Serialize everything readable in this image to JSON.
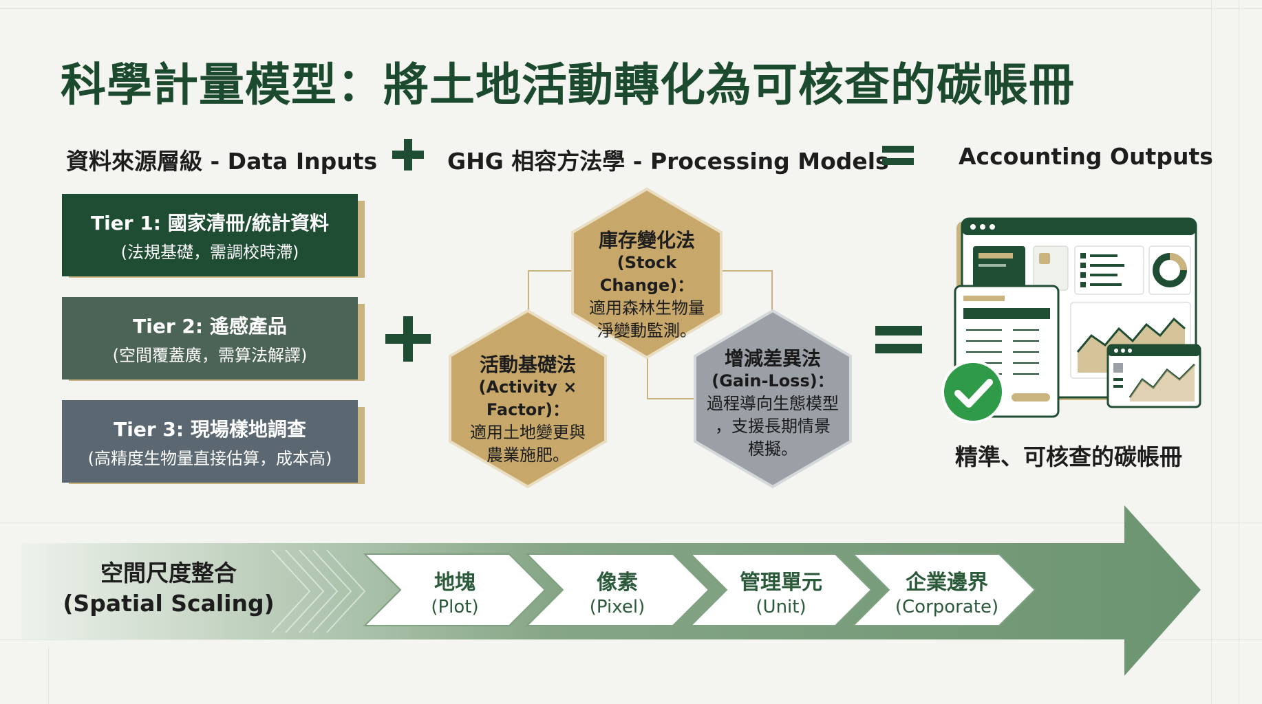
{
  "title": "科學計量模型：將土地活動轉化為可核查的碳帳冊",
  "headers": {
    "inputs": "資料來源層級 - Data Inputs",
    "models": "GHG 相容方法學 - Processing Models",
    "outputs": "Accounting Outputs"
  },
  "tiers": [
    {
      "title": "Tier 1: 國家清冊/統計資料",
      "sub": "(法規基礎，需調校時滯)",
      "color": "#1f4d33"
    },
    {
      "title": "Tier 2: 遙感產品",
      "sub": "(空間覆蓋廣，需算法解譯)",
      "color": "#4c6455"
    },
    {
      "title": "Tier 3: 現場樣地調查",
      "sub": "(高精度生物量直接估算，成本高)",
      "color": "#5b6872"
    }
  ],
  "methods": [
    {
      "title": "庫存變化法",
      "sub": "(Stock Change)：",
      "lines": [
        "適用森林生物量",
        "淨變動監測。"
      ]
    },
    {
      "title": "活動基礎法",
      "sub": "(Activity × Factor)：",
      "lines": [
        "適用土地變更與",
        "農業施肥。"
      ]
    },
    {
      "title": "增減差異法",
      "sub": "(Gain-Loss)：",
      "lines": [
        "過程導向生態模型",
        "，支援長期情景",
        "模擬。"
      ]
    }
  ],
  "output_label": "精準、可核查的碳帳冊",
  "scaling": {
    "label_zh": "空間尺度整合",
    "label_en": "(Spatial Scaling)",
    "steps": [
      {
        "zh": "地塊",
        "en": "(Plot)"
      },
      {
        "zh": "像素",
        "en": "(Pixel)"
      },
      {
        "zh": "管理單元",
        "en": "(Unit)"
      },
      {
        "zh": "企業邊界",
        "en": "(Corporate)"
      }
    ]
  },
  "colors": {
    "dark_green": "#1f4d33",
    "gold": "#c7a86a",
    "slate": "#9aa0a6",
    "arrow_green": "#6b9470"
  },
  "icons": [
    "plus-icon",
    "equals-icon",
    "dashboard-illustration",
    "check-icon"
  ]
}
